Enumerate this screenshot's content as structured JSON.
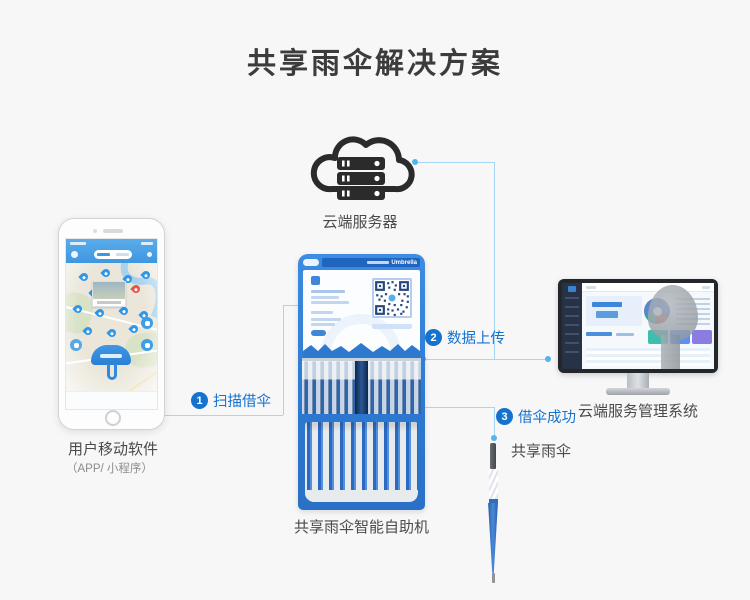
{
  "page": {
    "title": "共享雨伞解决方案",
    "background": "#f7f7f8"
  },
  "cloud": {
    "label": "云端服务器"
  },
  "phone": {
    "label": "用户移动软件",
    "sublabel": "（APP/ 小程序）"
  },
  "machine": {
    "label": "共享雨伞智能自助机",
    "header_brand": "Umbrella"
  },
  "monitor": {
    "label": "云端服务管理系统"
  },
  "umbrella": {
    "label": "共享雨伞"
  },
  "steps": [
    {
      "num": "1",
      "label": "扫描借伞"
    },
    {
      "num": "2",
      "label": "数据上传"
    },
    {
      "num": "3",
      "label": "借伞成功"
    }
  ],
  "colors": {
    "accent_blue": "#1573cf",
    "connector_line": "#a5d7f4",
    "connector_dot": "#55b4ea",
    "machine_blue": "#2e7fd6",
    "umbrella_blue": "#2a66b8",
    "cloud_icon": "#2b2b2b",
    "title_text": "#3c3c3c",
    "label_text": "#4a4a4a"
  }
}
